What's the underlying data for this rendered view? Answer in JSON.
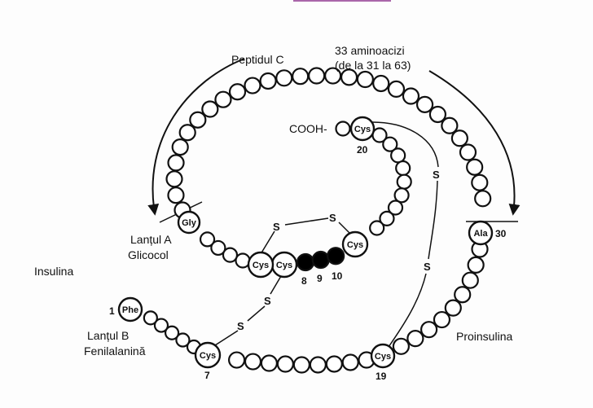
{
  "labels": {
    "peptide_c": "Peptidul C",
    "aa_count": "33 aminoacizi",
    "aa_range": "(de la 31 la 63)",
    "cooh": "COOH-",
    "chain_a": "Lanțul A",
    "glicocol": "Glicocol",
    "insulina": "Insulina",
    "chain_b": "Lanțul B",
    "fenilalanina": "Fenilalanină",
    "proinsulina": "Proinsulina"
  },
  "residues": {
    "cys20": "Cys",
    "cys_a1": "Cys",
    "cys_a2": "Cys",
    "cys_a3": "Cys",
    "gly": "Gly",
    "ala": "Ala",
    "phe": "Phe",
    "cys7": "Cys",
    "cys19": "Cys"
  },
  "numbers": {
    "n20": "20",
    "n8": "8",
    "n9": "9",
    "n10": "10",
    "n30": "30",
    "n1": "1",
    "n7": "7",
    "n19": "19"
  },
  "sulfur": "S"
}
